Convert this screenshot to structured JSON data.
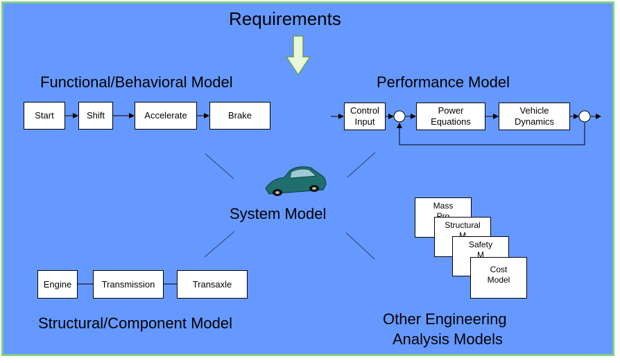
{
  "title": "Requirements",
  "sections": {
    "functional": {
      "title": "Functional/Behavioral Model",
      "boxes": [
        "Start",
        "Shift",
        "Accelerate",
        "Brake"
      ]
    },
    "performance": {
      "title": "Performance Model",
      "boxes": [
        "Control\nInput",
        "Power\nEquations",
        "Vehicle\nDynamics"
      ]
    },
    "system": {
      "title": "System Model"
    },
    "structural": {
      "title": "Structural/Component Model",
      "boxes": [
        "Engine",
        "Transmission",
        "Transaxle"
      ]
    },
    "other": {
      "title_line1": "Other Engineering",
      "title_line2": "Analysis Models",
      "cards": [
        "Mass\nPro",
        "Structural\nM",
        "Safety\nM",
        "Cost\nModel"
      ]
    }
  },
  "colors": {
    "background": "#6699ff",
    "border": "#7fd08a",
    "arrow_fill": "#e8f8d8",
    "car": "#1f6f6f"
  },
  "icons": {
    "car": "car-icon",
    "down_arrow": "down-arrow-icon"
  }
}
